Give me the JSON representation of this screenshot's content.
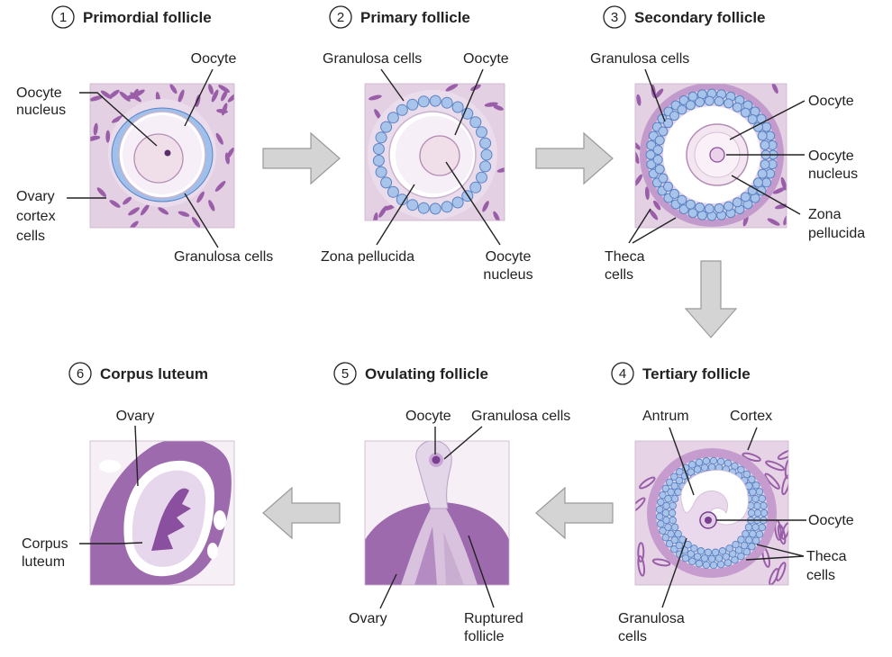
{
  "stages": [
    {
      "number": "1",
      "title": "Primordial follicle"
    },
    {
      "number": "2",
      "title": "Primary follicle"
    },
    {
      "number": "3",
      "title": "Secondary follicle"
    },
    {
      "number": "4",
      "title": "Tertiary follicle"
    },
    {
      "number": "5",
      "title": "Ovulating follicle"
    },
    {
      "number": "6",
      "title": "Corpus luteum"
    }
  ],
  "labels": {
    "s1": {
      "oocyte": "Oocyte",
      "nucleus": [
        "Oocyte",
        "nucleus"
      ],
      "cortex": [
        "Ovary",
        "cortex",
        "cells"
      ],
      "granulosa": "Granulosa cells"
    },
    "s2": {
      "granulosa": "Granulosa cells",
      "oocyte": "Oocyte",
      "zona": "Zona pellucida",
      "nucleus": [
        "Oocyte",
        "nucleus"
      ]
    },
    "s3": {
      "granulosa": "Granulosa cells",
      "oocyte": "Oocyte",
      "nucleus": [
        "Oocyte",
        "nucleus"
      ],
      "zona": [
        "Zona",
        "pellucida"
      ],
      "theca": [
        "Theca",
        "cells"
      ]
    },
    "s4": {
      "antrum": "Antrum",
      "cortex": "Cortex",
      "oocyte": "Oocyte",
      "theca": [
        "Theca",
        "cells"
      ],
      "granulosa": [
        "Granulosa",
        "cells"
      ]
    },
    "s5": {
      "oocyte": "Oocyte",
      "granulosa": "Granulosa cells",
      "ovary": "Ovary",
      "ruptured": [
        "Ruptured",
        "follicle"
      ]
    },
    "s6": {
      "ovary": "Ovary",
      "corpus": [
        "Corpus",
        "luteum"
      ]
    }
  },
  "colors": {
    "tissue": "#ddc8dd",
    "cell": "#9a5ea9",
    "granulosa": "#a9c4ea",
    "granulosa_edge": "#5b82c4",
    "dark_purple": "#8a4f9e",
    "arrow_fill": "#d4d4d4"
  }
}
